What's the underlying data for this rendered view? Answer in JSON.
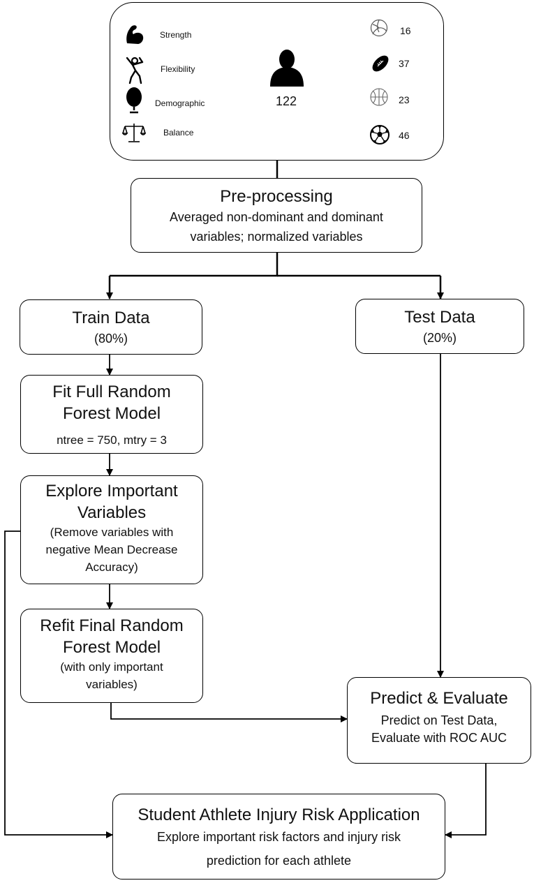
{
  "top_panel": {
    "factors": [
      {
        "label": "Strength",
        "icon": "flexed-arm-icon"
      },
      {
        "label": "Flexibility",
        "icon": "stretching-person-icon"
      },
      {
        "label": "Demographic",
        "icon": "globe-icon"
      },
      {
        "label": "Balance",
        "icon": "balance-scale-icon"
      }
    ],
    "total": "122",
    "total_icon": "person-silhouette-icon",
    "sports": [
      {
        "icon": "volleyball-icon",
        "count": "16"
      },
      {
        "icon": "football-icon",
        "count": "37"
      },
      {
        "icon": "basketball-icon",
        "count": "23"
      },
      {
        "icon": "soccer-ball-icon",
        "count": "46"
      }
    ]
  },
  "preprocessing": {
    "title": "Pre-processing",
    "line1": "Averaged non-dominant and dominant",
    "line2": "variables; normalized variables"
  },
  "train": {
    "title": "Train Data",
    "pct": "(80%)"
  },
  "test": {
    "title": "Test Data",
    "pct": "(20%)"
  },
  "fit": {
    "line1": "Fit Full Random",
    "line2": "Forest Model",
    "params": "ntree = 750, mtry = 3"
  },
  "explore": {
    "line1": "Explore Important",
    "line2": "Variables",
    "note1": "(Remove variables with",
    "note2": "negative Mean Decrease",
    "note3": "Accuracy)"
  },
  "refit": {
    "line1": "Refit Final Random",
    "line2": "Forest Model",
    "note1": "(with only important",
    "note2": "variables)"
  },
  "predict": {
    "title": "Predict & Evaluate",
    "line1": "Predict on Test Data,",
    "line2": "Evaluate with ROC AUC"
  },
  "app": {
    "title": "Student Athlete Injury Risk Application",
    "line1": "Explore important risk factors and injury risk",
    "line2": "prediction for each athlete"
  }
}
